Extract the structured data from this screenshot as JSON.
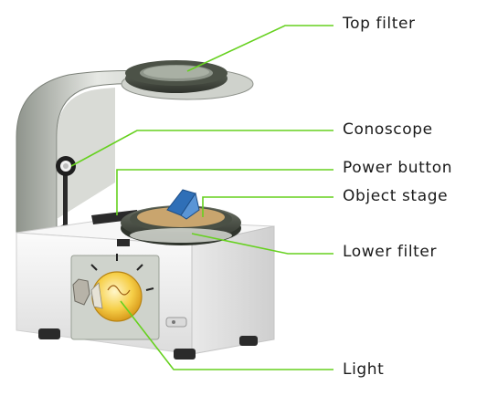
{
  "labels": {
    "top_filter": "Top filter",
    "conoscope": "Conoscope",
    "power_button": "Power button",
    "object_stage": "Object stage",
    "lower_filter": "Lower filter",
    "light": "Light"
  },
  "colors": {
    "leader_line": "#66d11f",
    "body_white": "#f2f2f2",
    "frame_gray": "#c9ccc7",
    "dark_ring": "#3a4036",
    "stage_tan": "#c9a56e",
    "prism_blue": "#2f6fb7",
    "bulb_yellow": "#f3c53a"
  }
}
